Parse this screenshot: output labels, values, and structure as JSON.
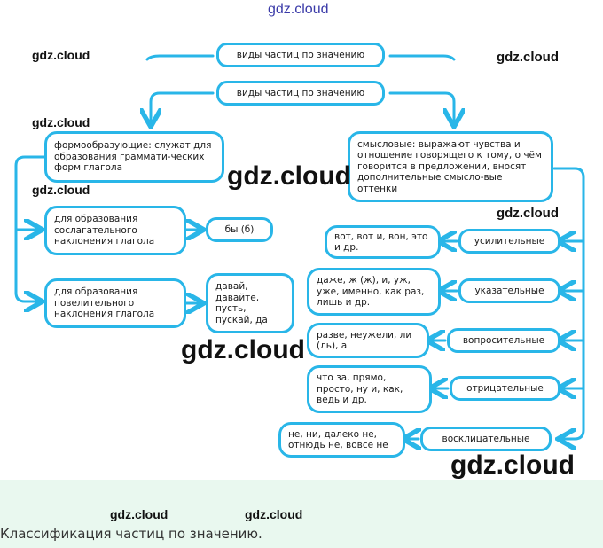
{
  "watermarks": {
    "top": "gdz.cloud",
    "left1": "gdz.cloud",
    "right1": "gdz.cloud",
    "left2": "gdz.cloud",
    "left3": "gdz.cloud",
    "big1": "gdz.cloud",
    "right2": "gdz.cloud",
    "big2": "gdz.cloud",
    "big3": "gdz.cloud",
    "bottom1": "gdz.cloud",
    "bottom2": "gdz.cloud"
  },
  "diagram": {
    "title_top": "виды частиц по значению",
    "title_main": "виды частиц по значению",
    "formative": {
      "header": "формообразующие: служат для образования граммати-ческих форм глагола",
      "subjunctive": "для образования сослагательного наклонения глагола",
      "subjunctive_example": "бы (б)",
      "imperative": "для образования повелительного наклонения глагола",
      "imperative_example": "давай, давайте, пусть, пускай, да"
    },
    "semantic": {
      "header": "смысловые: выражают чувства и отношение говорящего к тому, о чём говорится в предложении, вносят дополнительные смысло-вые оттенки",
      "types": [
        {
          "label": "усилительные",
          "example": "вот, вот и, вон, это и др."
        },
        {
          "label": "указательные",
          "example": "даже, ж (ж), и, уж, уже, именно, как раз, лишь и др."
        },
        {
          "label": "вопросительные",
          "example": "разве, неужели, ли (ль), а"
        },
        {
          "label": "отрицательные",
          "example": "что за, прямо, просто, ну и, как, ведь и др."
        },
        {
          "label": "восклицательные",
          "example": "не, ни, далеко не, отнюдь не, вовсе не"
        }
      ]
    }
  },
  "caption": "Классификация частиц по значению.",
  "colors": {
    "accent": "#29b6e8",
    "footer_bg": "#e9f8ef"
  }
}
